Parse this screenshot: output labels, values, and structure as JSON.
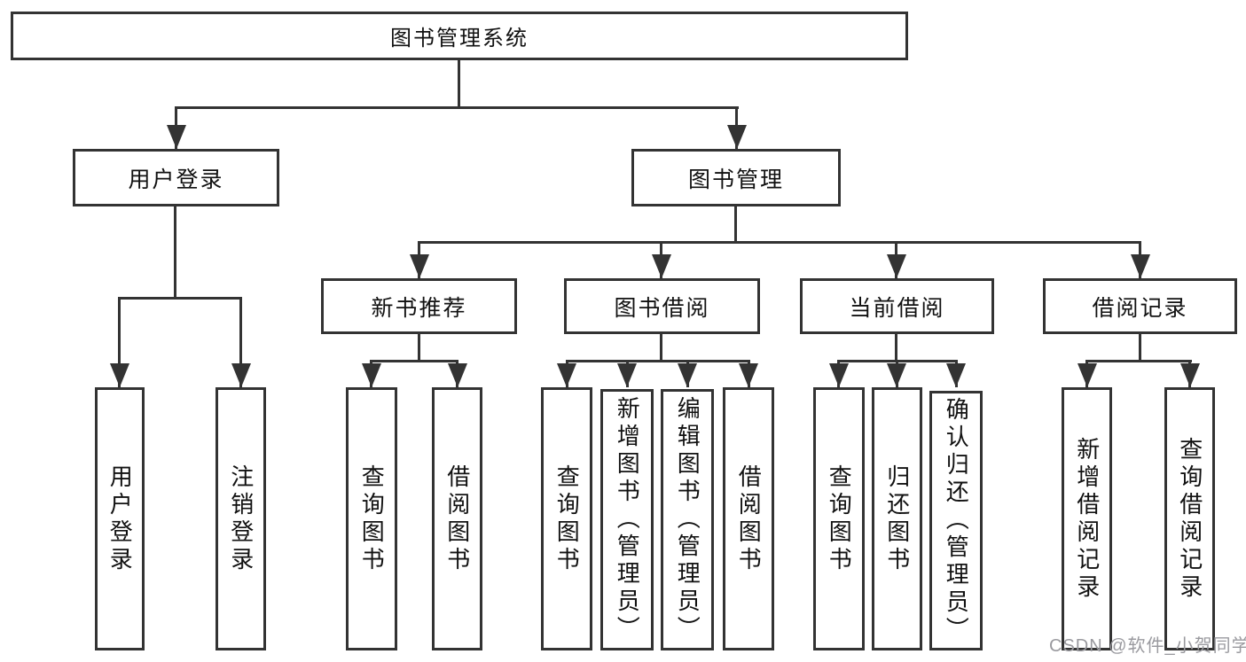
{
  "diagram": {
    "title": "图书管理系统",
    "level2": {
      "user_login": "用户登录",
      "book_mgmt": "图书管理"
    },
    "level3": {
      "new_book": "新书推荐",
      "book_borrow": "图书借阅",
      "current_borrow": "当前借阅",
      "borrow_record": "借阅记录"
    },
    "leaves": {
      "user_login": [
        "用户登录",
        "注销登录"
      ],
      "new_book": [
        "查询图书",
        "借阅图书"
      ],
      "book_borrow": [
        "查询图书",
        "新增图书（管理员）",
        "编辑图书（管理员）",
        "借阅图书"
      ],
      "current_borrow": [
        "查询图书",
        "归还图书",
        "确认归还（管理员）"
      ],
      "borrow_record": [
        "新增借阅记录",
        "查询借阅记录"
      ]
    }
  },
  "watermark": "CSDN @软件_小贺同学",
  "colors": {
    "line": "#333333",
    "text": "#111111",
    "watermark": "#9a9a9f",
    "background": "#ffffff"
  }
}
